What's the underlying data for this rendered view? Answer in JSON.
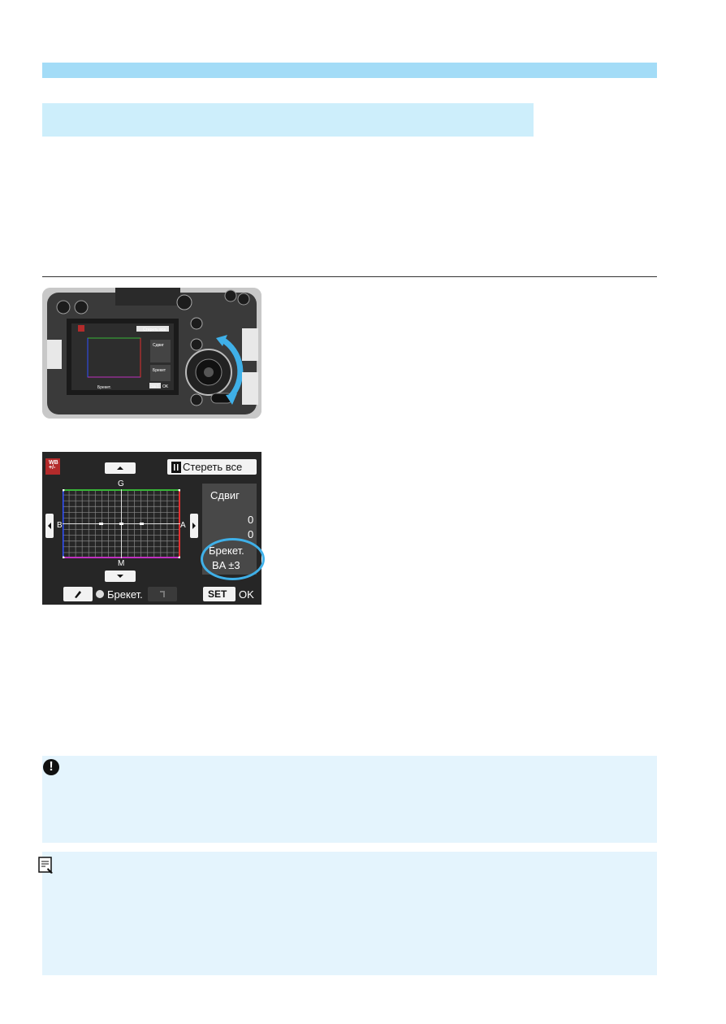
{
  "wb_screen": {
    "badge": "WB\n+/-",
    "erase_all": "Стереть все",
    "axis_g": "G",
    "axis_m": "M",
    "axis_b": "B",
    "axis_a": "A",
    "shift_title": "Сдвиг",
    "shift_value_1": "0",
    "shift_value_2": "0",
    "bracket_title": "Брекет.",
    "bracket_value": "BA ±3",
    "bracket_button": "Брекет.",
    "set_label": "SET",
    "ok_label": "OK"
  },
  "camera_screen": {
    "erase_all": "Стереть все",
    "shift_title": "Сдвиг",
    "bracket_title": "Брекет",
    "bracket_button": "Брекет.",
    "set_label": "SET",
    "ok_label": "OK"
  },
  "colors": {
    "top_bar": "#a3dcf7",
    "section_header": "#cdeefb",
    "callout": "#e4f4fd",
    "highlight": "#3fb0e8"
  }
}
